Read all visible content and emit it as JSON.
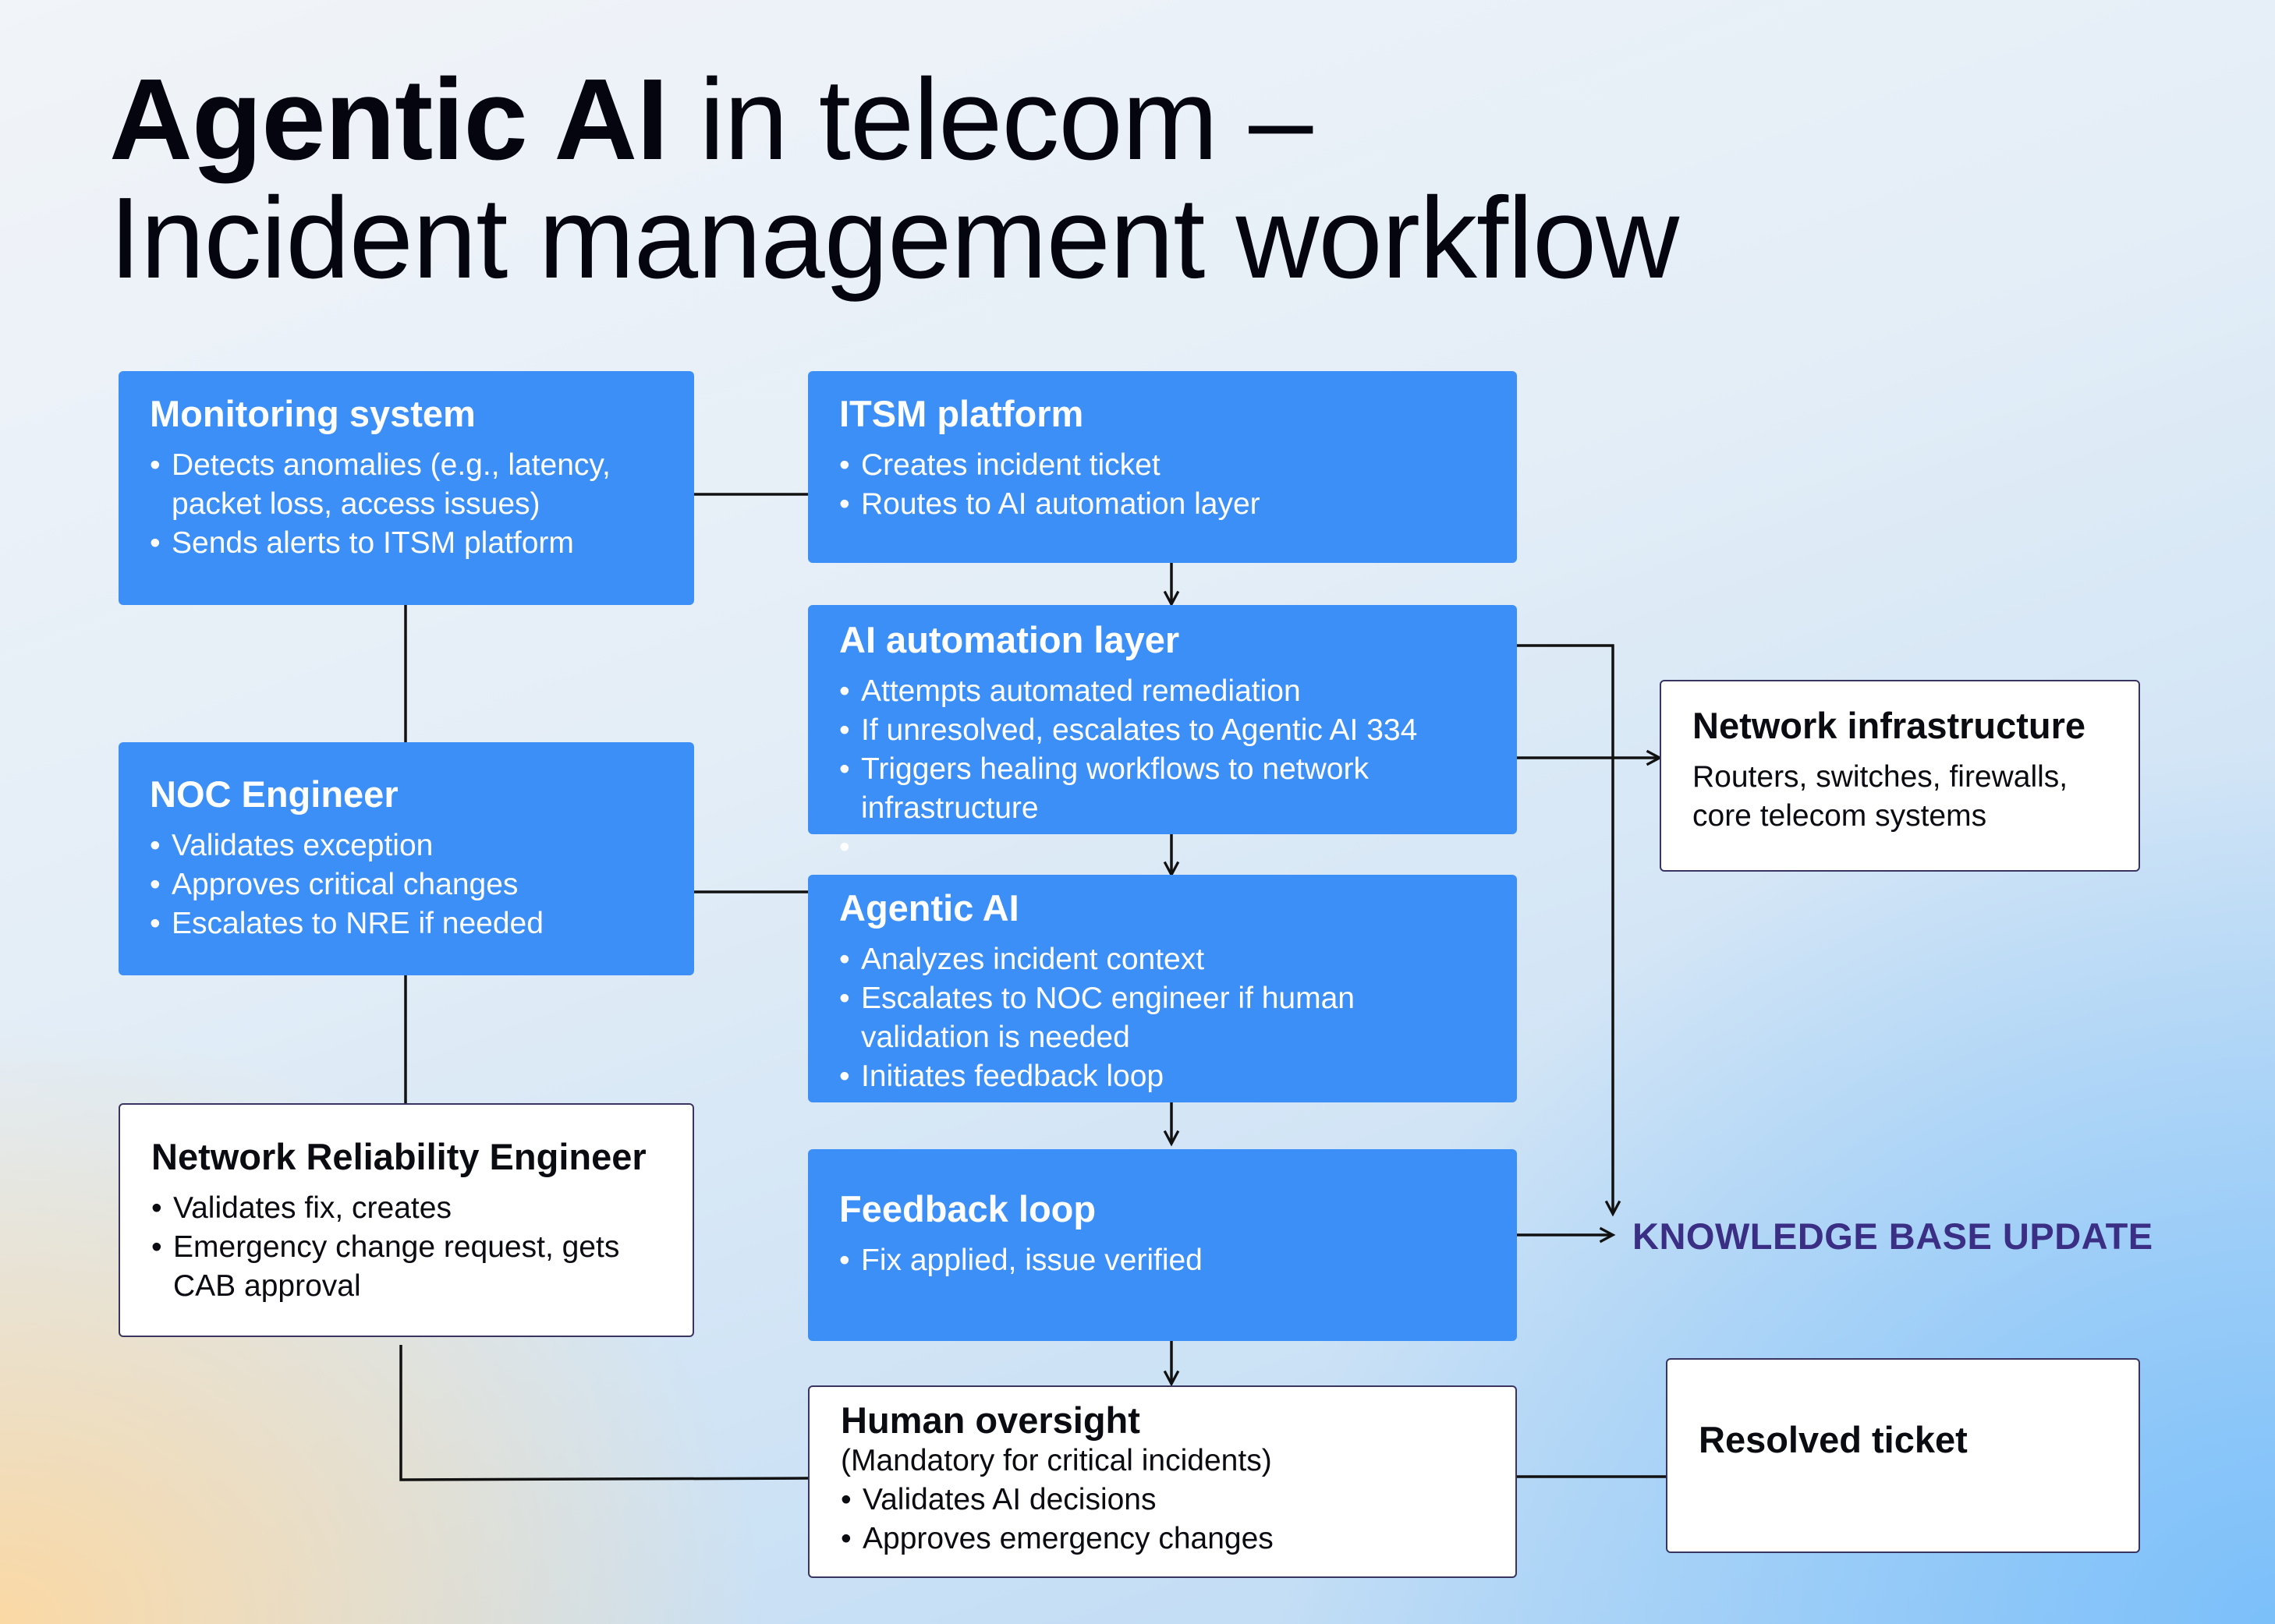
{
  "title": {
    "bold": "Agentic AI",
    "line1_rest": " in telecom –",
    "line2": "Incident management workflow"
  },
  "boxes": {
    "monitoring": {
      "title": "Monitoring system",
      "items": [
        "Detects anomalies (e.g., latency, packet loss, access issues)",
        "Sends alerts to ITSM platform"
      ]
    },
    "itsm": {
      "title": "ITSM platform",
      "items": [
        "Creates incident ticket",
        "Routes to AI automation layer"
      ]
    },
    "ai_automation": {
      "title": "AI automation layer",
      "items": [
        "Attempts automated remediation",
        "If unresolved, escalates to Agentic AI 334",
        "Triggers healing workflows to network infrastructure",
        ""
      ]
    },
    "noc": {
      "title": "NOC Engineer",
      "items": [
        "Validates exception",
        "Approves critical changes",
        "Escalates to NRE if needed"
      ]
    },
    "agentic": {
      "title": "Agentic AI",
      "items": [
        "Analyzes incident context",
        "Escalates to NOC engineer if human validation is needed",
        "Initiates feedback loop"
      ]
    },
    "network_infra": {
      "title": "Network infrastructure",
      "text": "Routers, switches, firewalls, core telecom systems"
    },
    "nre": {
      "title": "Network Reliability Engineer",
      "items": [
        "Validates fix, creates",
        "Emergency change request, gets CAB approval"
      ]
    },
    "feedback": {
      "title": "Feedback loop",
      "items": [
        "Fix applied, issue verified"
      ]
    },
    "human": {
      "title": "Human oversight",
      "subtitle": "(Mandatory for critical incidents)",
      "items": [
        "Validates AI decisions",
        "Approves emergency changes"
      ]
    },
    "resolved": {
      "title": "Resolved ticket"
    }
  },
  "knowledge_base": "KNOWLEDGE BASE UPDATE",
  "colors": {
    "box_blue": "#3d8ff8",
    "box_white": "#ffffff",
    "border_dark": "#3a3560",
    "kb_text": "#3b2f85",
    "line": "#111111"
  }
}
